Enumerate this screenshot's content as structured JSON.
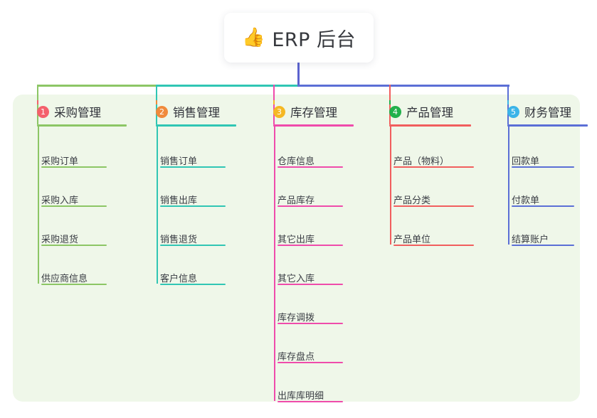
{
  "root": {
    "icon": "thumbs-up-icon",
    "emoji": "👍",
    "label": "ERP 后台"
  },
  "theme": {
    "page_bg": "#ffffff",
    "panel_bg": "#eff7e9",
    "card_bg": "#ffffff",
    "title_color": "#36383d",
    "stem_color": "#5b63cf"
  },
  "columns": [
    {
      "number": "1",
      "title": "采购管理",
      "badge_color": "#f4606c",
      "line_color": "#8cc665",
      "items": [
        {
          "label": "采购订单"
        },
        {
          "label": "采购入库"
        },
        {
          "label": "采购退货"
        },
        {
          "label": "供应商信息"
        }
      ]
    },
    {
      "number": "2",
      "title": "销售管理",
      "badge_color": "#f08a3c",
      "line_color": "#30c6b4",
      "items": [
        {
          "label": "销售订单"
        },
        {
          "label": "销售出库"
        },
        {
          "label": "销售退货"
        },
        {
          "label": "客户信息"
        }
      ]
    },
    {
      "number": "3",
      "title": "库存管理",
      "badge_color": "#f5b824",
      "line_color": "#ef4bab",
      "items": [
        {
          "label": "仓库信息"
        },
        {
          "label": "产品库存"
        },
        {
          "label": "其它出库"
        },
        {
          "label": "其它入库"
        },
        {
          "label": "库存调拨"
        },
        {
          "label": "库存盘点"
        },
        {
          "label": "出库库明细"
        }
      ]
    },
    {
      "number": "4",
      "title": "产品管理",
      "badge_color": "#22b14c",
      "line_color": "#f15e5e",
      "items": [
        {
          "label": "产品（物料）"
        },
        {
          "label": "产品分类"
        },
        {
          "label": "产品单位"
        }
      ]
    },
    {
      "number": "5",
      "title": "财务管理",
      "badge_color": "#3bb4e8",
      "line_color": "#5b6fd6",
      "items": [
        {
          "label": "回款单"
        },
        {
          "label": "付款单"
        },
        {
          "label": "结算账户"
        }
      ]
    }
  ]
}
